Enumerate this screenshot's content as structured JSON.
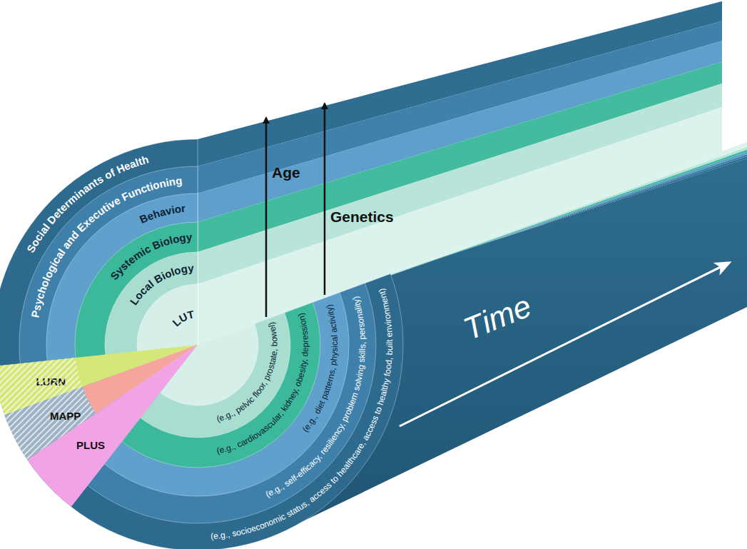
{
  "diagram": {
    "nodes": [
      {
        "text": [
          "Social Determinants of Health",
          "(e.g., socioeconomic status, access to healthcare, access to healthy food, built environment)"
        ]
      },
      {
        "text": [
          "Psychological and Executive Functioning",
          "(e.g., self-efficacy, resiliency, problem solving skills, personality)"
        ],
        "in": 0
      },
      {
        "text": [
          "Behavior",
          "(e.g., diet patterns, physical activity)"
        ],
        "in": 1
      },
      {
        "text": [
          "Systemic Biology",
          "(e.g., cardiovascular, kidney, obesity, depression)"
        ],
        "in": 2
      },
      {
        "text": [
          "Local Biology",
          "(e.g., pelvic floor, prostate, bowel)"
        ],
        "in": 3
      },
      {
        "text": [
          "LUT"
        ],
        "in": 4
      },
      {
        "text": [
          "LURN"
        ]
      },
      {
        "text": [
          "MAPP"
        ]
      },
      {
        "text": [
          "PLUS"
        ]
      }
    ],
    "labels": [
      "Age",
      "Genetics",
      "Time"
    ]
  }
}
